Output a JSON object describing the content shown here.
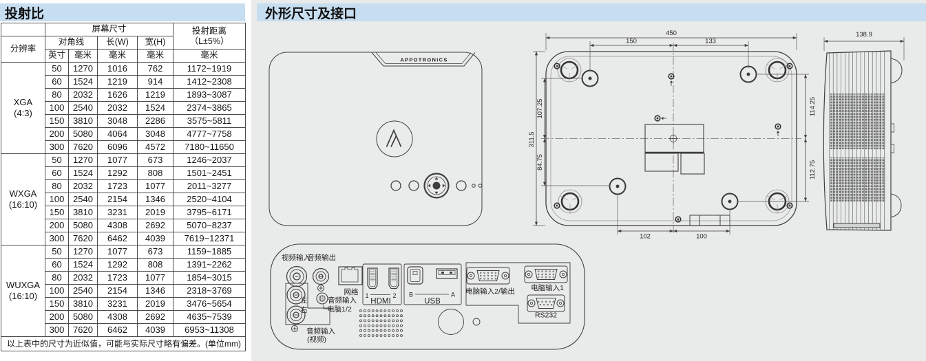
{
  "colors": {
    "section_header_bg": "#c7ddf0"
  },
  "left_panel": {
    "title": "投射比",
    "table": {
      "header": {
        "resolution": "分辨率",
        "screen_size": "屏幕尺寸",
        "diagonal": "对角线",
        "length_w": "长(W)",
        "width_h": "宽(H)",
        "distance_line1": "投射距离",
        "distance_line2": "（L±5%）",
        "inch": "英寸",
        "mm": "毫米"
      },
      "groups": [
        {
          "resolution": "XGA",
          "aspect": "(4:3)",
          "rows": [
            [
              "50",
              "1270",
              "1016",
              "762",
              "1172~1919"
            ],
            [
              "60",
              "1524",
              "1219",
              "914",
              "1412~2308"
            ],
            [
              "80",
              "2032",
              "1626",
              "1219",
              "1893~3087"
            ],
            [
              "100",
              "2540",
              "2032",
              "1524",
              "2374~3865"
            ],
            [
              "150",
              "3810",
              "3048",
              "2286",
              "3575~5811"
            ],
            [
              "200",
              "5080",
              "4064",
              "3048",
              "4777~7758"
            ],
            [
              "300",
              "7620",
              "6096",
              "4572",
              "7180~11650"
            ]
          ]
        },
        {
          "resolution": "WXGA",
          "aspect": "(16:10)",
          "rows": [
            [
              "50",
              "1270",
              "1077",
              "673",
              "1246~2037"
            ],
            [
              "60",
              "1524",
              "1292",
              "808",
              "1501~2451"
            ],
            [
              "80",
              "2032",
              "1723",
              "1077",
              "2011~3277"
            ],
            [
              "100",
              "2540",
              "2154",
              "1346",
              "2520~4104"
            ],
            [
              "150",
              "3810",
              "3231",
              "2019",
              "3795~6171"
            ],
            [
              "200",
              "5080",
              "4308",
              "2692",
              "5070~8237"
            ],
            [
              "300",
              "7620",
              "6462",
              "4039",
              "7619~12371"
            ]
          ]
        },
        {
          "resolution": "WUXGA",
          "aspect": "(16:10)",
          "rows": [
            [
              "50",
              "1270",
              "1077",
              "673",
              "1159~1885"
            ],
            [
              "60",
              "1524",
              "1292",
              "808",
              "1391~2262"
            ],
            [
              "80",
              "2032",
              "1723",
              "1077",
              "1854~3015"
            ],
            [
              "100",
              "2540",
              "2154",
              "1346",
              "2318~3769"
            ],
            [
              "150",
              "3810",
              "3231",
              "2019",
              "3476~5654"
            ],
            [
              "200",
              "5080",
              "4308",
              "2692",
              "4635~7539"
            ],
            [
              "300",
              "7620",
              "6462",
              "4039",
              "6953~11308"
            ]
          ]
        }
      ],
      "footnote": "以上表中的尺寸为近似值，可能与实际尺寸略有偏差。(单位mm)"
    }
  },
  "right_panel": {
    "title": "外形尺寸及接口",
    "top_view": {
      "brand": "APPOTRONICS"
    },
    "bottom_view": {
      "dim_overall_width": "450",
      "dim_mount_left": "150",
      "dim_mount_right": "133",
      "dim_upper_left": "107.25",
      "dim_overall_depth": "311.5",
      "dim_lower_left": "84.75",
      "dim_upper_right": "114.25",
      "dim_lower_right": "112.75",
      "dim_bottom_left": "102",
      "dim_bottom_right": "100"
    },
    "side_view": {
      "dim_width": "138.9"
    },
    "io_panel": {
      "video_in": "视频输入",
      "audio_out": "音频输出",
      "network": "网络",
      "audio_in_pc_line1": "音频输入",
      "audio_in_pc_line2": "电脑1/2",
      "channel_left": "左",
      "channel_right": "右",
      "audio_in_video_line1": "音频输入",
      "audio_in_video_line2": "(视频)",
      "hdmi_label": "HDMI",
      "hdmi_port1": "1",
      "hdmi_port2": "2",
      "usb_label": "USB",
      "usb_b": "B",
      "usb_a": "A",
      "pc_in2_out": "电脑输入2/输出",
      "pc_in1": "电脑输入1",
      "rs232": "RS232"
    }
  }
}
